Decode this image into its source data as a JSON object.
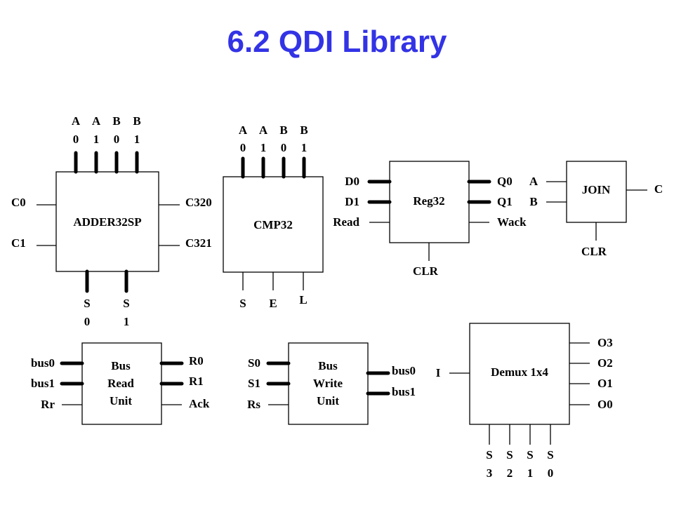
{
  "title": "6.2  QDI Library",
  "colors": {
    "title": "#3333e6",
    "line": "#000000"
  },
  "adder": {
    "name": "ADDER32SP",
    "top_letters": [
      "A",
      "A",
      "B",
      "B"
    ],
    "top_digits": [
      "0",
      "1",
      "0",
      "1"
    ],
    "left": [
      "C0",
      "C1"
    ],
    "right": [
      "C320",
      "C321"
    ],
    "bottom_letters": [
      "S",
      "S"
    ],
    "bottom_digits": [
      "0",
      "1"
    ]
  },
  "cmp": {
    "name": "CMP32",
    "top_letters": [
      "A",
      "A",
      "B",
      "B"
    ],
    "top_digits": [
      "0",
      "1",
      "0",
      "1"
    ],
    "bottom": [
      "S",
      "E",
      "L"
    ]
  },
  "reg": {
    "name": "Reg32",
    "left": [
      "D0",
      "D1",
      "Read"
    ],
    "right": [
      "Q0",
      "Q1",
      "Wack"
    ],
    "bottom": "CLR"
  },
  "join": {
    "name": "JOIN",
    "left": [
      "A",
      "B"
    ],
    "right": "C",
    "bottom": "CLR"
  },
  "bus_read": {
    "name_lines": [
      "Bus",
      "Read",
      "Unit"
    ],
    "left": [
      "bus0",
      "bus1",
      "Rr"
    ],
    "right": [
      "R0",
      "R1",
      "Ack"
    ]
  },
  "bus_write": {
    "name_lines": [
      "Bus",
      "Write",
      "Unit"
    ],
    "left": [
      "S0",
      "S1",
      "Rs"
    ],
    "right": [
      "bus0",
      "bus1"
    ]
  },
  "demux": {
    "name": "Demux 1x4",
    "left": "I",
    "right": [
      "O3",
      "O2",
      "O1",
      "O0"
    ],
    "bottom_letters": [
      "S",
      "S",
      "S",
      "S"
    ],
    "bottom_digits": [
      "3",
      "2",
      "1",
      "0"
    ]
  }
}
